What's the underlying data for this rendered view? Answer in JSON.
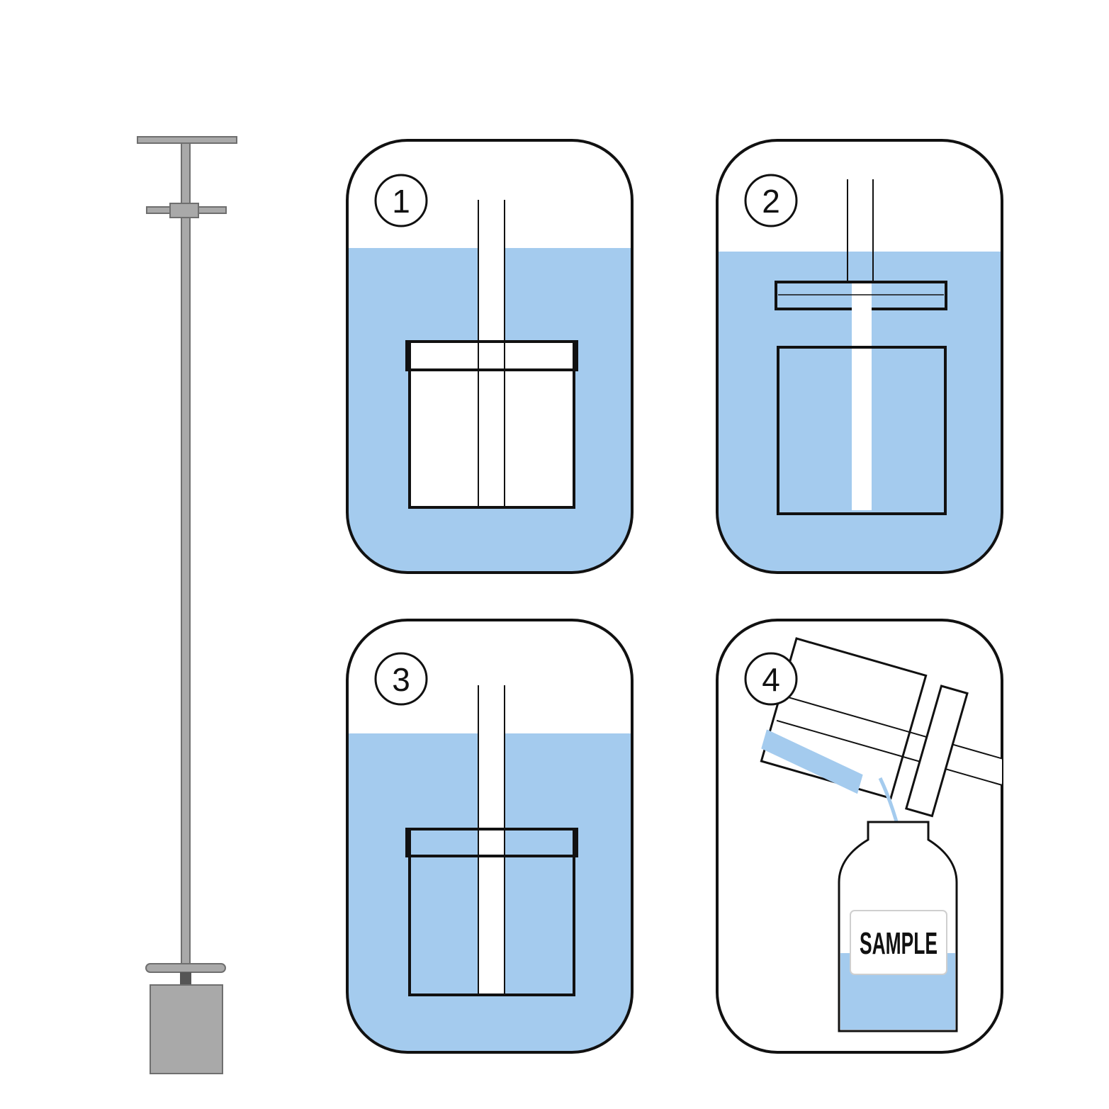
{
  "steps": [
    {
      "number": "1"
    },
    {
      "number": "2"
    },
    {
      "number": "3"
    },
    {
      "number": "4"
    }
  ],
  "sample_label": "SAMPLE",
  "colors": {
    "water": "#a4cbee",
    "outline": "#111111",
    "tool_fill": "#a9a9a9",
    "tool_stroke": "#6f6f6f",
    "background": "#ffffff"
  }
}
